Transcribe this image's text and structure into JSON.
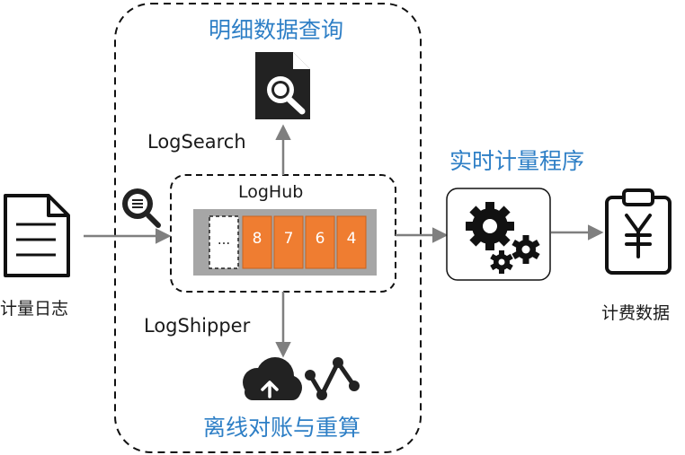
{
  "top_section": {
    "title": "明细数据查询"
  },
  "bottom_section": {
    "title": "离线对账与重算"
  },
  "logsearch_label": "LogSearch",
  "logshipper_label": "LogShipper",
  "loghub": {
    "label": "LogHub",
    "shards": [
      {
        "label": "..."
      },
      {
        "label": "8"
      },
      {
        "label": "7"
      },
      {
        "label": "6"
      },
      {
        "label": "4"
      }
    ]
  },
  "source": {
    "label": "计量日志"
  },
  "realtime_program": {
    "label": "实时计量程序"
  },
  "output": {
    "label": "计费数据"
  },
  "colors": {
    "accent_blue": "#2e7fc6",
    "shard_orange": "#ef7d31",
    "queue_gray": "#a6a6a6",
    "arrow_gray": "#7f7f7f",
    "icon_dark": "#222222"
  }
}
